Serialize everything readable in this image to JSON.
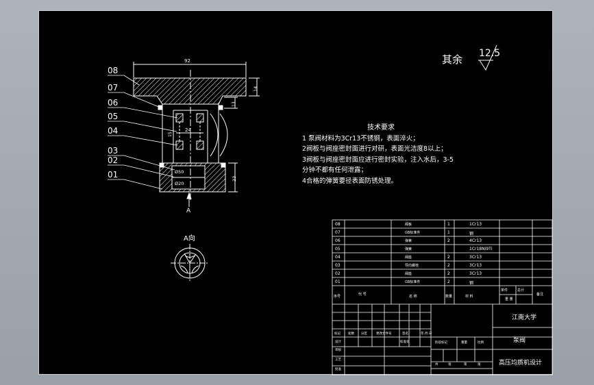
{
  "surface_finish": {
    "prefix": "其余",
    "value": "12.5"
  },
  "dimensions": {
    "width_top": "92",
    "t1": "14",
    "t2": "13",
    "d_inner": "24",
    "h_side": "15",
    "h_bottom": "23",
    "dia1": "Ø50",
    "dia2": "Ø20"
  },
  "part_labels": [
    "08",
    "07",
    "06",
    "05",
    "04",
    "03",
    "02",
    "01"
  ],
  "view_arrow_label": "A",
  "view_title": "A向",
  "tech_requirements": {
    "title": "技术要求",
    "lines": [
      "1  泵阀材料为3Cr13不锈钢，表面淬火；",
      "2阀板与阀座密封面进行对研，表面光洁度8以上；",
      "3阀板与阀座密封面应进行密封实验，注入水后，3-5分钟不都有任何泄露；",
      "4合格的弹簧要径表面防锈处理。"
    ]
  },
  "bom": {
    "rows": [
      {
        "no": "08",
        "name": "阀板",
        "qty": "1",
        "material": "1Cr13"
      },
      {
        "no": "07",
        "name": "GB标准件",
        "qty": "1",
        "material": "钢"
      },
      {
        "no": "06",
        "name": "弹簧",
        "qty": "2",
        "material": "4Cr13"
      },
      {
        "no": "05",
        "name": "弹簧",
        "qty": "",
        "material": "1Cr18Ni9Ti"
      },
      {
        "no": "04",
        "name": "阀座",
        "qty": "2",
        "material": "3Cr13"
      },
      {
        "no": "03",
        "name": "导向螺栓",
        "qty": "2",
        "material": "3Cr13"
      },
      {
        "no": "02",
        "name": "阀座",
        "qty": "2",
        "material": "3Cr13"
      },
      {
        "no": "01",
        "name": "GB标准件",
        "qty": "2",
        "material": "钢"
      }
    ],
    "header": {
      "no": "序号",
      "code": "代  号",
      "name": "名  称",
      "qty": "数量",
      "material": "材  料",
      "unit_w": "单件",
      "total_w": "总计",
      "weight": "重  量",
      "note": "备注"
    }
  },
  "title_block": {
    "school": "江南大学",
    "drawing_name": "泵阀",
    "project": "高压均质机设计",
    "marks": [
      "标记",
      "处数",
      "分区",
      "更改文件号",
      "签名",
      "年.月.日"
    ],
    "roles": [
      "设计",
      "标准化",
      "审核",
      "工艺",
      "批准"
    ],
    "stage": [
      "阶段标记",
      "重量",
      "比例"
    ],
    "sheet": [
      "共",
      "张",
      "第",
      "张"
    ]
  }
}
